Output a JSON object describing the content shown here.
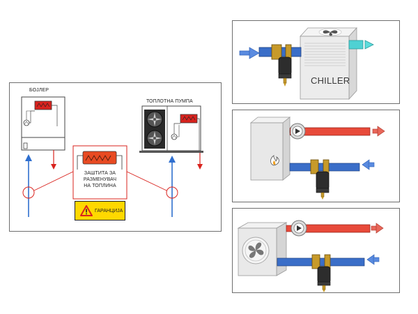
{
  "main": {
    "boiler_label": "БОЈЛЕР",
    "heatpump_label": "ТОПЛОТНА ПУМПА",
    "protection_line1": "ЗАШТИТА ЗА",
    "protection_line2": "РАЗМЕНУВАЧ",
    "protection_line3": "НА ТОПЛИНА",
    "guarantee_label": "ГАРАНЦИЈА"
  },
  "chiller": {
    "label": "CHILLER"
  },
  "colors": {
    "hot": "#e8463c",
    "cold": "#2f6fcf",
    "chilled": "#4fd1d3",
    "warning": "#ffd800",
    "accent_red": "#d9231e"
  },
  "icons": [
    "fan-icon",
    "warning-icon",
    "flame-icon",
    "pump-icon",
    "filter-icon",
    "arrow-icon"
  ]
}
